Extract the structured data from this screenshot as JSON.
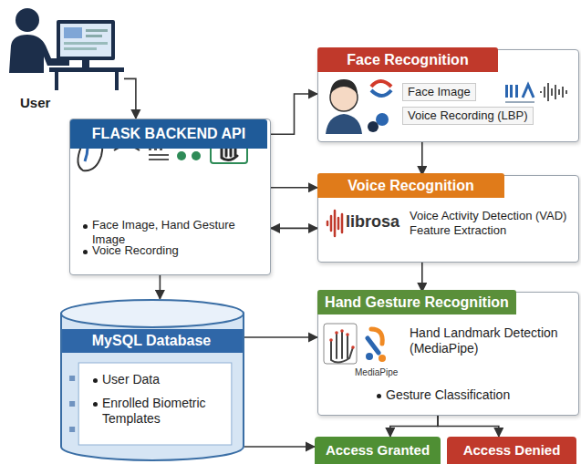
{
  "diagram": {
    "nodes": [
      {
        "text": [
          "User"
        ]
      },
      {
        "text": [
          "FLASK BACKEND API",
          "Face Image, Hand Gesture Image",
          "Voice Recording"
        ]
      },
      {
        "text": [
          "MySQL Database",
          "User Data",
          "Enrolled Biometric Templates"
        ]
      },
      {
        "text": [
          "Face Recognition",
          "Face Image",
          "Voice Recording (LBP)"
        ]
      },
      {
        "text": [
          "Voice Recognition",
          "Voice Activity Detection (VAD) Feature Extraction"
        ]
      },
      {
        "text": [
          "Hand Gesture Recognition",
          "Hand Landmark Detection (MediaPipe)",
          "Gesture Classification"
        ]
      },
      {
        "text": [
          "Access Granted"
        ]
      },
      {
        "text": [
          "Access Denied"
        ]
      }
    ],
    "edges": [
      {
        "from": 0,
        "to": 1,
        "arrow": "to"
      },
      {
        "from": 1,
        "to": 3,
        "arrow": "to"
      },
      {
        "from": 1,
        "to": 4,
        "arrow": "to"
      },
      {
        "from": 1,
        "to": 4,
        "arrow": "both"
      },
      {
        "from": 1,
        "to": 2,
        "arrow": "to"
      },
      {
        "from": 3,
        "to": 4,
        "arrow": "to"
      },
      {
        "from": 4,
        "to": 5,
        "arrow": "to"
      },
      {
        "from": 5,
        "to": 6,
        "arrow": "to"
      },
      {
        "from": 5,
        "to": 7,
        "arrow": "to"
      },
      {
        "from": 2,
        "to": 5,
        "arrow": "to"
      },
      {
        "from": 2,
        "to": 6,
        "arrow": "to"
      }
    ],
    "labels": [
      "librosa",
      "MediaPipe"
    ]
  }
}
